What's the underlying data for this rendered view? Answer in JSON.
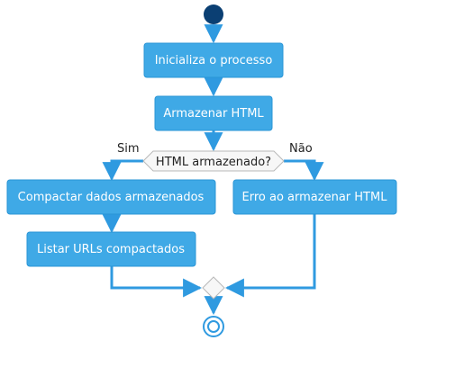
{
  "diagram": {
    "type": "activity",
    "colors": {
      "action_fill": "#3fa9e6",
      "action_stroke": "#2a95d6",
      "flow_line": "#2f9ae0",
      "start_node": "#0b3f73",
      "decision_fill": "#f7f7f7",
      "decision_stroke": "#b8b8b8",
      "end_ring": "#2f9ae0"
    },
    "actions": {
      "initialize": "Inicializa o processo",
      "store_html": "Armazenar HTML",
      "compact": "Compactar dados armazenados",
      "error": "Erro ao armazenar HTML",
      "list_urls": "Listar URLs compactados"
    },
    "decision": {
      "question": "HTML armazenado?",
      "yes_label": "Sim",
      "no_label": "Não"
    },
    "nodes": {
      "start": "start-node",
      "merge": "merge-node",
      "end": "end-node"
    }
  }
}
